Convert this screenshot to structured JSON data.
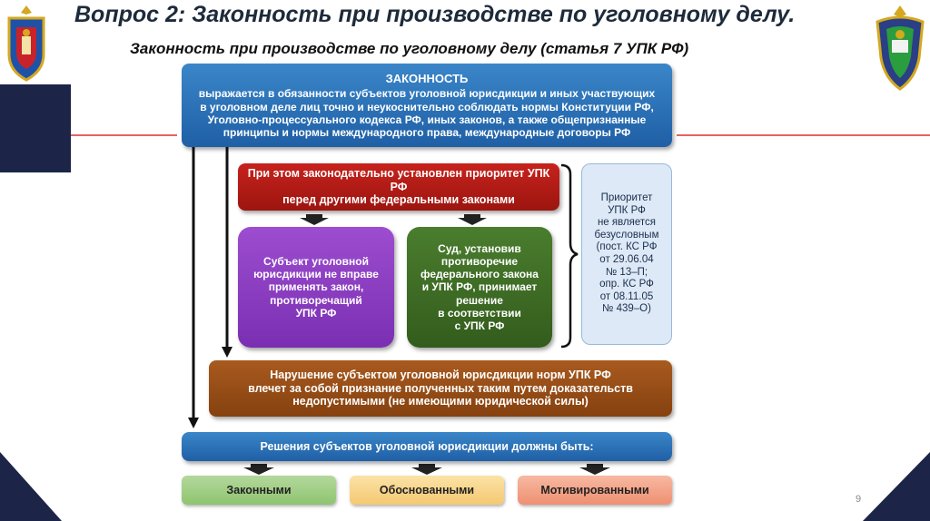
{
  "slide": {
    "title": "Вопрос 2: Законность при производстве по уголовному делу.",
    "subtitle": "Законность при производстве по уголовному делу (статья 7 УПК РФ)",
    "page_number": "9"
  },
  "diagram": {
    "legality": {
      "header": "ЗАКОННОСТЬ",
      "lines": [
        "выражается в обязанности субъектов уголовной юрисдикции и иных участвующих",
        "в уголовном деле лиц точно и неукоснительно соблюдать нормы Конституции РФ,",
        "Уголовно-процессуального кодекса РФ, иных законов, а также общепризнанные",
        "принципы и нормы международного права, международные договоры РФ"
      ]
    },
    "priority": [
      "При этом законодательно установлен приоритет УПК РФ",
      "перед другими федеральными законами"
    ],
    "subject": [
      "Субъект уголовной",
      "юрисдикции не вправе",
      "применять закон,",
      "противоречащий",
      "УПК РФ"
    ],
    "court": [
      "Суд, установив",
      "противоречие",
      "федерального закона",
      "и УПК РФ, принимает",
      "решение",
      "в соответствии",
      "с УПК РФ"
    ],
    "note": [
      "Приоритет",
      "УПК РФ",
      "не является",
      "безусловным",
      "(пост. КС РФ",
      "от  29.06.04",
      "№ 13–П;",
      "опр. КС РФ",
      "от  08.11.05",
      "№ 439–О)"
    ],
    "violation": [
      "Нарушение субъектом уголовной юрисдикции норм УПК РФ",
      "влечет за собой признание полученных таким путем доказательств",
      "недопустимыми (не имеющими юридической силы)"
    ],
    "decisions": "Решения субъектов уголовной юрисдикции должны быть:",
    "requirements": [
      "Законными",
      "Обоснованными",
      "Мотивированными"
    ]
  },
  "colors": {
    "blue": "#2b72b8",
    "red": "#b31b16",
    "purple": "#8a3dc0",
    "green": "#3f6f25",
    "brown": "#964d17",
    "accent_line": "#d9302a",
    "navy_panel": "#1c2447"
  },
  "icons": {
    "left_emblem": "police-college-crest-icon",
    "right_emblem": "police-academy-crest-icon"
  }
}
